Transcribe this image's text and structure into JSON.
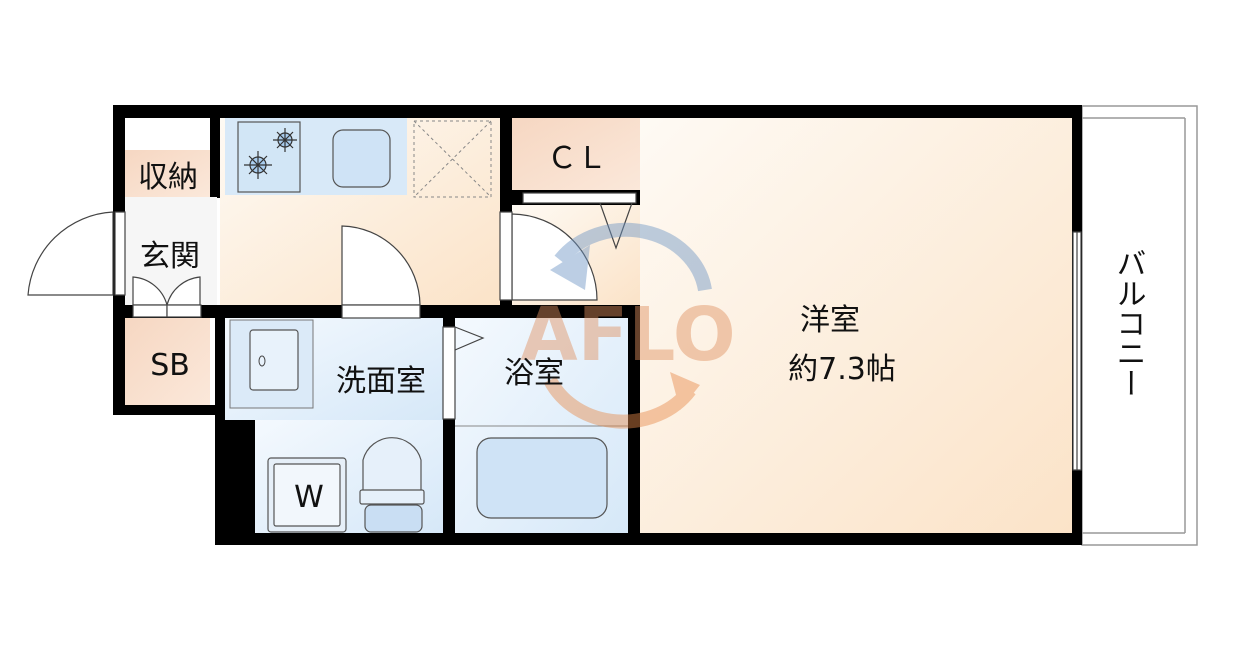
{
  "rooms": {
    "storage": "収納",
    "entrance": "玄関",
    "shoe_box": "SB",
    "closet": "ＣＬ",
    "washroom": "洗面室",
    "bathroom": "浴室",
    "western_room": "洋室",
    "western_room_size": "約7.3帖",
    "balcony": "バルコニー",
    "washer": "W"
  },
  "watermark": "AFLO",
  "colors": {
    "wall": "#000000",
    "peach": "#f9dcc6",
    "blue": "#dcecf9",
    "floor": "#fdf0e0"
  }
}
